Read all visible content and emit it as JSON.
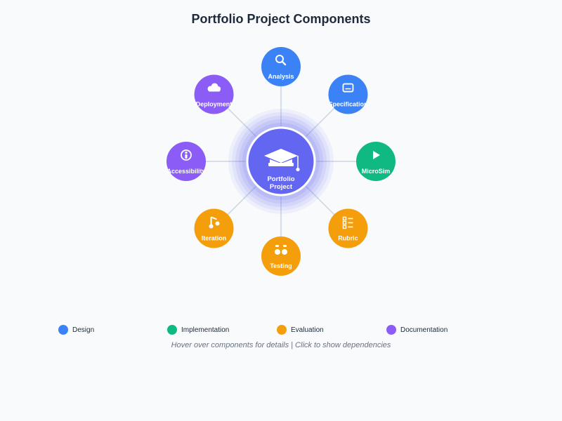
{
  "title": "Portfolio Project Components",
  "colors": {
    "design": "#3b82f6",
    "implementation": "#10b981",
    "evaluation": "#f59e0b",
    "documentation": "#8b5cf6",
    "center": "#6366f1",
    "connector": "#cbd5e1"
  },
  "center": {
    "label_line1": "Portfolio",
    "label_line2": "Project",
    "icon": "graduation-cap-icon"
  },
  "nodes": [
    {
      "id": "analysis",
      "label": "Analysis",
      "category": "design",
      "icon": "search-icon"
    },
    {
      "id": "specification",
      "label": "Specification",
      "category": "design",
      "icon": "monitor-icon"
    },
    {
      "id": "microsim",
      "label": "MicroSim",
      "category": "implementation",
      "icon": "play-icon"
    },
    {
      "id": "rubric",
      "label": "Rubric",
      "category": "evaluation",
      "icon": "list-icon"
    },
    {
      "id": "testing",
      "label": "Testing",
      "category": "evaluation",
      "icon": "flask-icon"
    },
    {
      "id": "iteration",
      "label": "Iteration",
      "category": "evaluation",
      "icon": "loop-icon"
    },
    {
      "id": "accessibility",
      "label": "Accessibility",
      "category": "documentation",
      "icon": "accessibility-icon"
    },
    {
      "id": "deployment",
      "label": "Deployment",
      "category": "documentation",
      "icon": "cloud-icon"
    }
  ],
  "legend": [
    {
      "label": "Design",
      "color": "#3b82f6"
    },
    {
      "label": "Implementation",
      "color": "#10b981"
    },
    {
      "label": "Evaluation",
      "color": "#f59e0b"
    },
    {
      "label": "Documentation",
      "color": "#8b5cf6"
    }
  ],
  "hint": "Hover over components for details | Click to show dependencies"
}
